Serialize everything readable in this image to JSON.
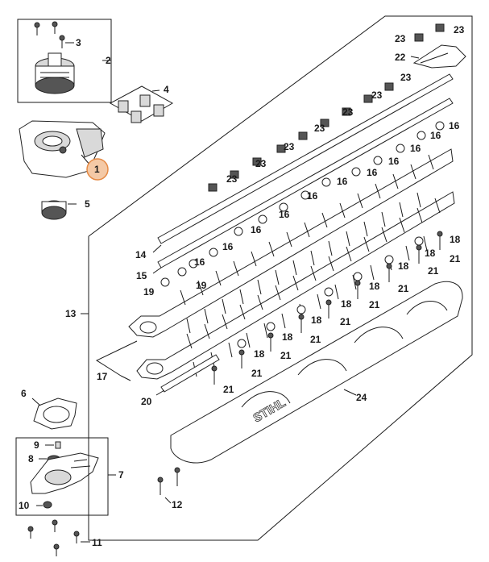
{
  "diagram": {
    "brand_text": "STIHL",
    "highlight_color": "#f4c9a6",
    "highlight_stroke": "#e58a45",
    "labels": {
      "p1": "1",
      "p2": "2",
      "p3": "3",
      "p4": "4",
      "p5": "5",
      "p6": "6",
      "p7": "7",
      "p8": "8",
      "p9": "9",
      "p10": "10",
      "p11": "11",
      "p12": "12",
      "p13": "13",
      "p14": "14",
      "p15": "15",
      "p16": "16",
      "p17": "17",
      "p18": "18",
      "p19": "19",
      "p20": "20",
      "p21": "21",
      "p22": "22",
      "p23": "23",
      "p24": "24"
    }
  }
}
